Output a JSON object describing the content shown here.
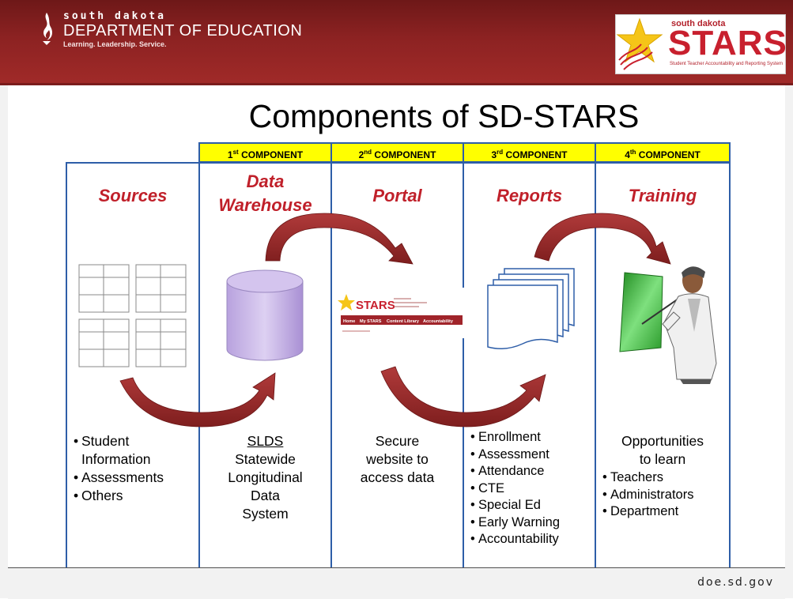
{
  "header": {
    "logo_line1": "south dakota",
    "logo_line2": "DEPARTMENT OF EDUCATION",
    "logo_line3": "Learning. Leadership. Service.",
    "stars_small": "south dakota",
    "stars_big": "STARS",
    "stars_sub": "Student Teacher Accountability and Reporting System"
  },
  "title": "Components of SD-STARS",
  "badges": [
    {
      "num": "1",
      "suffix": "st",
      "label": "COMPONENT"
    },
    {
      "num": "2",
      "suffix": "nd",
      "label": "COMPONENT"
    },
    {
      "num": "3",
      "suffix": "rd",
      "label": "COMPONENT"
    },
    {
      "num": "4",
      "suffix": "th",
      "label": "COMPONENT"
    }
  ],
  "columns": {
    "sources": {
      "heading": "Sources",
      "items": [
        "Student Information",
        "Assessments",
        "Others"
      ]
    },
    "warehouse": {
      "heading_line1": "Data",
      "heading_line2": "Warehouse",
      "text_line1": "SLDS",
      "text_line2": "Statewide",
      "text_line3": "Longitudinal",
      "text_line4": "Data",
      "text_line5": "System"
    },
    "portal": {
      "heading": "Portal",
      "text_line1": "Secure",
      "text_line2": "website to",
      "text_line3": "access data",
      "mini_logo": "STARS",
      "mini_nav": [
        "Home",
        "My STARS",
        "Content Library",
        "Accountability"
      ]
    },
    "reports": {
      "heading": "Reports",
      "items": [
        "Enrollment",
        "Assessment",
        "Attendance",
        "CTE",
        "Special Ed",
        "Early Warning",
        "Accountability"
      ]
    },
    "training": {
      "heading": "Training",
      "text_line1": "Opportunities",
      "text_line2": "to learn",
      "items": [
        "Teachers",
        "Administrators",
        "Department"
      ]
    }
  },
  "footer": "doe.sd.gov",
  "colors": {
    "header_red": "#8c2222",
    "heading_red": "#c0202a",
    "border_blue": "#2e5ea8",
    "badge_yellow": "#ffff00",
    "arrow_red": "#a02a2a",
    "cylinder_purple": "#c8b4e8"
  }
}
